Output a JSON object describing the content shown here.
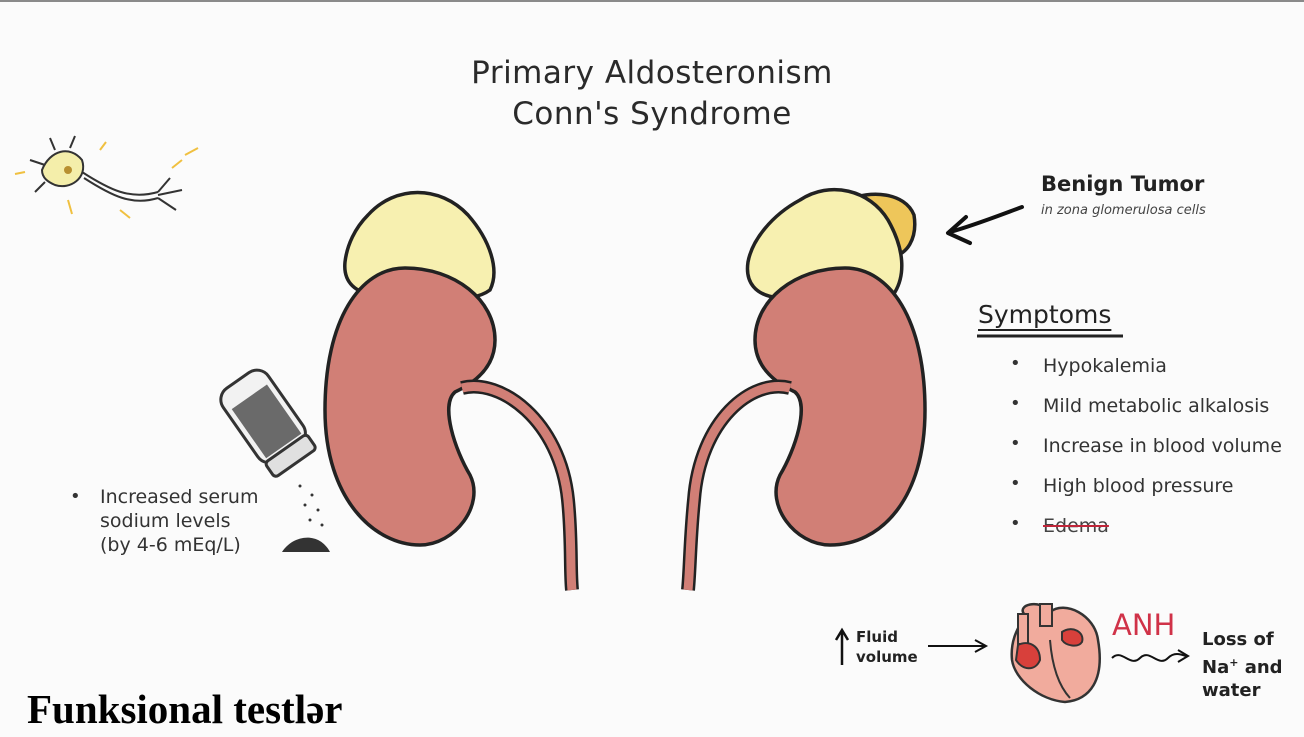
{
  "title": {
    "line1": "Primary Aldosteronism",
    "line2": "Conn's Syndrome"
  },
  "tumor": {
    "title": "Benign Tumor",
    "subtitle": "in zona glomerulosa cells"
  },
  "symptoms": {
    "heading": "Symptoms",
    "items": [
      "Hypokalemia",
      "Mild metabolic alkalosis",
      "Increase in blood volume",
      "High blood pressure",
      "Edema"
    ]
  },
  "sodium": {
    "line1": "Increased serum",
    "line2": "sodium levels",
    "line3": "(by 4-6 mEq/L)"
  },
  "flow": {
    "fluid1": "Fluid",
    "fluid2": "volume",
    "anh": "ANH",
    "loss1": "Loss of",
    "loss2": "Na",
    "loss2_sup": "+",
    "loss2b": " and",
    "loss3": "water"
  },
  "caption": "Funksional testlər",
  "colors": {
    "kidney": "#d17f76",
    "adrenal": "#f7f0b0",
    "tumor": "#eec65a",
    "anh": "#d03248",
    "heart": "#f1ab9d"
  },
  "icons": [
    "neuron-icon",
    "salt-shaker-icon",
    "heart-icon",
    "arrow-icon"
  ]
}
